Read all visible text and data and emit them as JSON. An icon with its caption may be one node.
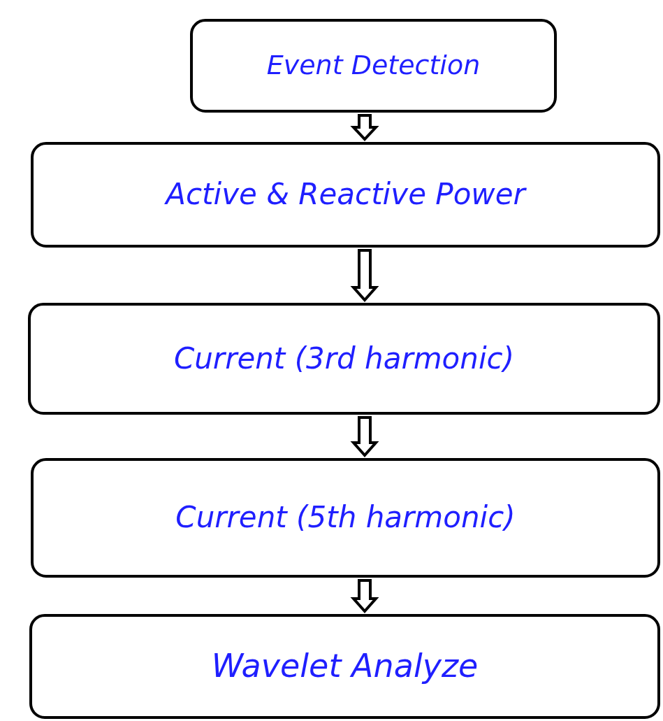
{
  "diagram": {
    "nodes": [
      {
        "text": [
          "Event Detection"
        ]
      },
      {
        "text": [
          "Active & Reactive Power"
        ]
      },
      {
        "text": [
          "Current (3rd harmonic)"
        ]
      },
      {
        "text": [
          "Current (5th harmonic)"
        ]
      },
      {
        "text": [
          "Wavelet Analyze"
        ]
      }
    ],
    "edges": [
      {
        "from": 0,
        "to": 1,
        "arrow": "to"
      },
      {
        "from": 1,
        "to": 2,
        "arrow": "to"
      },
      {
        "from": 2,
        "to": 3,
        "arrow": "to"
      },
      {
        "from": 3,
        "to": 4,
        "arrow": "to"
      }
    ]
  }
}
